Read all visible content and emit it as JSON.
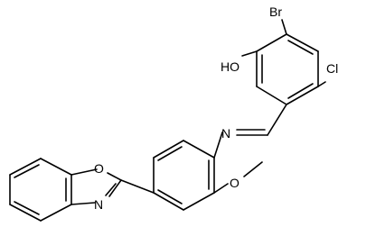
{
  "atoms": {
    "br": "Br",
    "oh": "HO",
    "cl": "Cl",
    "n_imine": "N",
    "o_ring": "O",
    "n_ring": "N",
    "o_methoxy": "O"
  },
  "colors": {
    "line": "#000000",
    "background": "#ffffff"
  }
}
